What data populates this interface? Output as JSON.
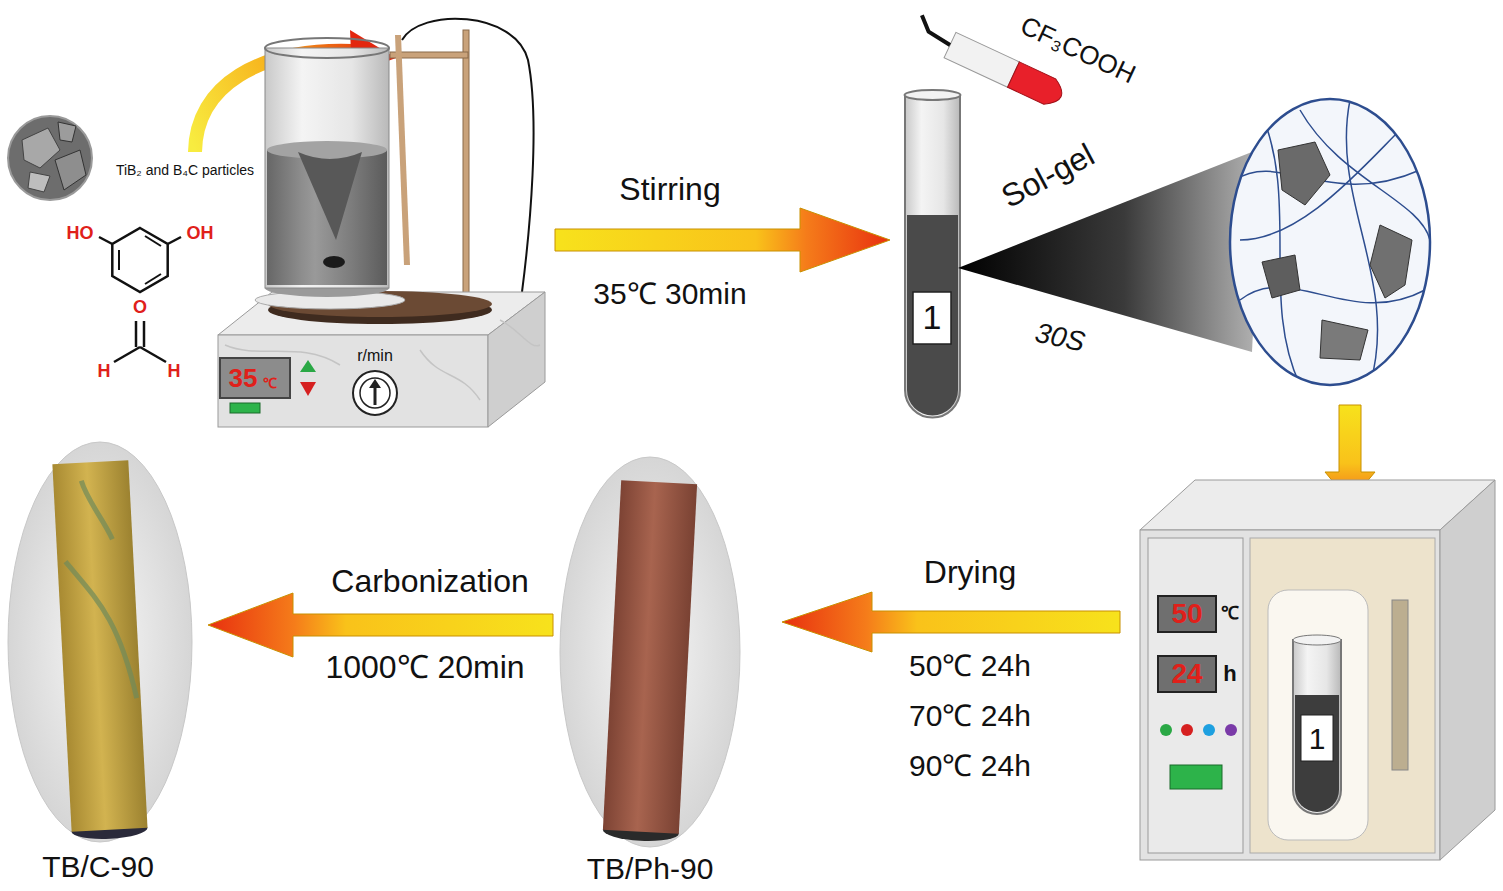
{
  "diagram": {
    "nodes": [
      {
        "text": [
          "35",
          "℃",
          "r/min"
        ]
      },
      {
        "text": [
          "1"
        ]
      },
      {
        "text": [
          "50",
          "℃",
          "24",
          "h"
        ]
      },
      {
        "text": [
          "1"
        ],
        "in": 2
      },
      {
        "text": [
          "TB/Ph-90"
        ]
      },
      {
        "text": [
          "TB/C-90"
        ]
      }
    ],
    "edges": [
      {
        "from": 0,
        "to": 1,
        "arrow": "to",
        "label": "Stirring"
      },
      {
        "from": 2,
        "to": 4,
        "arrow": "to",
        "label": "Drying"
      },
      {
        "from": 4,
        "to": 5,
        "arrow": "to",
        "label": "Carbonization"
      }
    ],
    "labels": [
      "TiB₂ and B₄C particles",
      "HO",
      "OH",
      "O",
      "H",
      "H",
      "35℃ 30min",
      "CF₃COOH",
      "Sol-gel",
      "30S",
      "50℃ 24h",
      "70℃ 24h",
      "90℃ 24h",
      "1000℃ 20min"
    ]
  }
}
